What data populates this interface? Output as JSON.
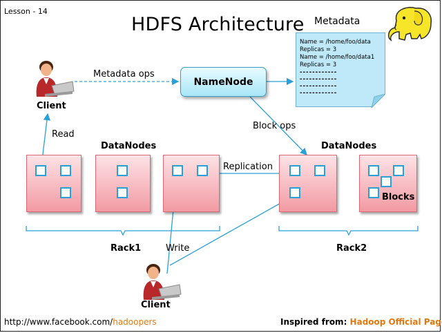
{
  "lesson": "Lesson - 14",
  "title": "HDFS Architecture",
  "metadata": {
    "title": "Metadata",
    "lines": [
      "Name = /home/foo/data",
      "Replicas = 3",
      "Name = /home/foo/data1",
      "Replicas = 3"
    ],
    "dash_lines": [
      "------------",
      "------------",
      "------------",
      "------------"
    ]
  },
  "namenode_label": "NameNode",
  "edge_labels": {
    "metadata_ops": "Metadata ops",
    "block_ops": "Block ops",
    "read": "Read",
    "replication": "Replication",
    "write": "Write"
  },
  "clients": [
    "Client",
    "Client"
  ],
  "datanodes_labels": [
    "DataNodes",
    "DataNodes"
  ],
  "blocks_label": "Blocks",
  "racks": [
    "Rack1",
    "Rack2"
  ],
  "footer": {
    "left_prefix": "http://www.facebook.com/",
    "left_highlight": "hadoopers",
    "right_prefix": "Inspired from: ",
    "right_highlight": "Hadoop Official Page"
  },
  "colors": {
    "arrow": "#2aa0d8",
    "node_fill": "#f29aa3",
    "namenode_fill": "#a8e6f8",
    "metadata_fill": "#bfe9f8",
    "footer_highlight": "#e07a10",
    "logo": "#f7e52a"
  },
  "logo_icon": "hadoop-elephant-logo",
  "client_icon": "user-with-laptop-icon"
}
